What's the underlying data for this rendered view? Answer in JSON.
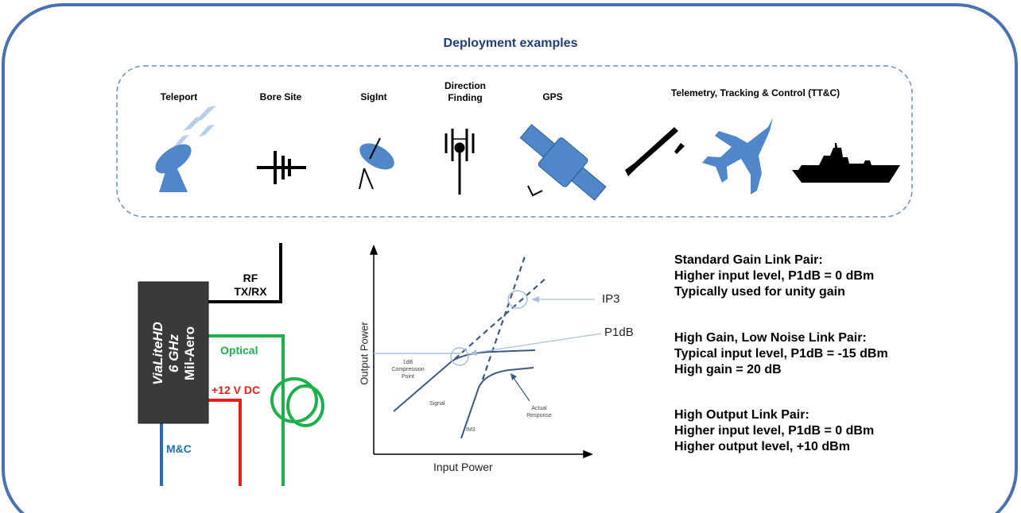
{
  "title": "Deployment examples",
  "categories": [
    {
      "label": "Teleport",
      "icon": "satellite-dish-icon"
    },
    {
      "label": "Bore Site",
      "icon": "bore-site-antenna-icon"
    },
    {
      "label": "SigInt",
      "icon": "sigint-dish-icon"
    },
    {
      "label_lines": [
        "Direction",
        "Finding"
      ],
      "icon": "direction-finding-antenna-icon"
    },
    {
      "label": "GPS",
      "icon": "gps-satellite-icon"
    },
    {
      "label": "Telemetry, Tracking & Control (TT&C)",
      "icons": [
        "missile-icon",
        "fighter-jet-icon",
        "warship-icon"
      ]
    }
  ],
  "device": {
    "name_lines": [
      "ViaLiteHD",
      "6 GHz",
      "Mil-Aero"
    ],
    "rf_label_lines": [
      "RF",
      "TX/RX"
    ],
    "optical_label": "Optical",
    "power_label": "+12 V DC",
    "mc_label": "M&C",
    "colors": {
      "body": "#3a3a3a",
      "optical": "#1db04c",
      "power": "#e8201c",
      "mc": "#1f6fb8",
      "rf": "#000000"
    }
  },
  "chart": {
    "y_label": "Output Power",
    "x_label": "Input Power",
    "annotations": {
      "compression": [
        "1dB",
        "Compression",
        "Point"
      ],
      "signal": "Signal",
      "im3": "IM3",
      "actual": [
        "Actual",
        "Response"
      ],
      "ip3": "IP3",
      "p1db": "P1dB"
    },
    "line_color": "#3c5a80"
  },
  "specs": [
    {
      "lines": [
        "Standard Gain Link Pair:",
        "Higher input level, P1dB = 0 dBm",
        "Typically used for unity gain"
      ]
    },
    {
      "lines": [
        "High Gain, Low Noise Link Pair:",
        "Typical input level, P1dB = -15 dBm",
        "High gain = 20 dB"
      ]
    },
    {
      "lines": [
        "High Output Link Pair:",
        "Higher input level, P1dB = 0 dBm",
        "Higher output level, +10 dBm"
      ]
    }
  ],
  "colors": {
    "frame": "#4a72b0",
    "icon_blue": "#4f87c9",
    "title": "#1f3f7a"
  }
}
